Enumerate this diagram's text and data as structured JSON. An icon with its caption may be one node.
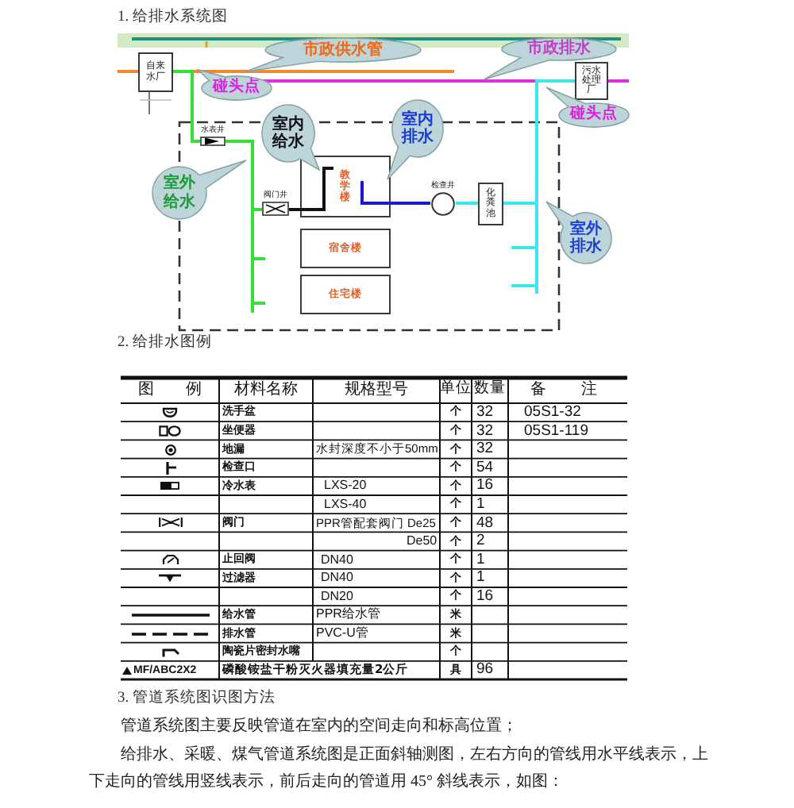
{
  "diagram": {
    "nodes": [
      {
        "text": [
          "市政供水管"
        ]
      },
      {
        "text": [
          "市政排水"
        ]
      },
      {
        "text": [
          "自来水厂"
        ]
      },
      {
        "text": [
          "污水处理厂"
        ]
      },
      {
        "text": [
          "碰头点"
        ]
      },
      {
        "text": [
          "碰头点"
        ]
      },
      {
        "text": [
          "室内给水"
        ]
      },
      {
        "text": [
          "室内排水"
        ]
      },
      {
        "text": [
          "水表井"
        ]
      },
      {
        "text": [
          "室外给水"
        ]
      },
      {
        "text": [
          "阀门井"
        ]
      },
      {
        "text": [
          "教学楼"
        ]
      },
      {
        "text": [
          "检查井"
        ]
      },
      {
        "text": [
          "化粪池"
        ]
      },
      {
        "text": [
          "室外排水"
        ]
      },
      {
        "text": [
          "宿舍楼"
        ]
      },
      {
        "text": [
          "住宅楼"
        ]
      }
    ],
    "edges": [
      {
        "from": 2,
        "to": 8,
        "arrow": "none",
        "color": "#33e033"
      },
      {
        "from": 8,
        "to": 10,
        "arrow": "none",
        "color": "#33e033"
      },
      {
        "from": 10,
        "to": 11,
        "arrow": "none",
        "color": "#111111"
      },
      {
        "from": 11,
        "to": 12,
        "arrow": "none",
        "color": "#1a1acc"
      },
      {
        "from": 12,
        "to": 13,
        "arrow": "none",
        "color": "#40e4ec"
      },
      {
        "from": 13,
        "to": 3,
        "arrow": "none",
        "color": "#40e4ec"
      }
    ],
    "labels": [
      "1. 给排水系统图",
      "2. 给排水图例",
      "图例",
      "材料名称",
      "规格型号",
      "单位",
      "数量",
      "备注",
      "洗手盆",
      "个",
      "32",
      "05S1-32",
      "坐便器",
      "个",
      "32",
      "05S1-119",
      "地漏",
      "水封深度不小于50mm",
      "个",
      "32",
      "检查口",
      "个",
      "54",
      "冷水表",
      "LXS-20",
      "个",
      "16",
      "LXS-40",
      "个",
      "1",
      "阀门",
      "PPR管配套阀门 De25",
      "个",
      "48",
      "De50",
      "个",
      "2",
      "止回阀",
      "DN40",
      "个",
      "1",
      "过滤器",
      "DN40",
      "个",
      "1",
      "DN20",
      "个",
      "16",
      "给水管",
      "PPR给水管",
      "米",
      "排水管",
      "PVC-U管",
      "米",
      "陶瓷片密封水嘴",
      "个",
      "MF/ABC2X2",
      "磷酸铵盐干粉灭火器填充量2公斤",
      "具",
      "96",
      "3. 管道系统图识图方法",
      "管道系统图主要反映管道在室内的空间走向和标高位置；",
      "给排水、采暖、煤气管道系统图是正面斜轴测图，左右方向的管线用水平线表示，上下走向的管线用竖线表示，前后走向的管道用 45° 斜线表示，如图："
    ]
  }
}
